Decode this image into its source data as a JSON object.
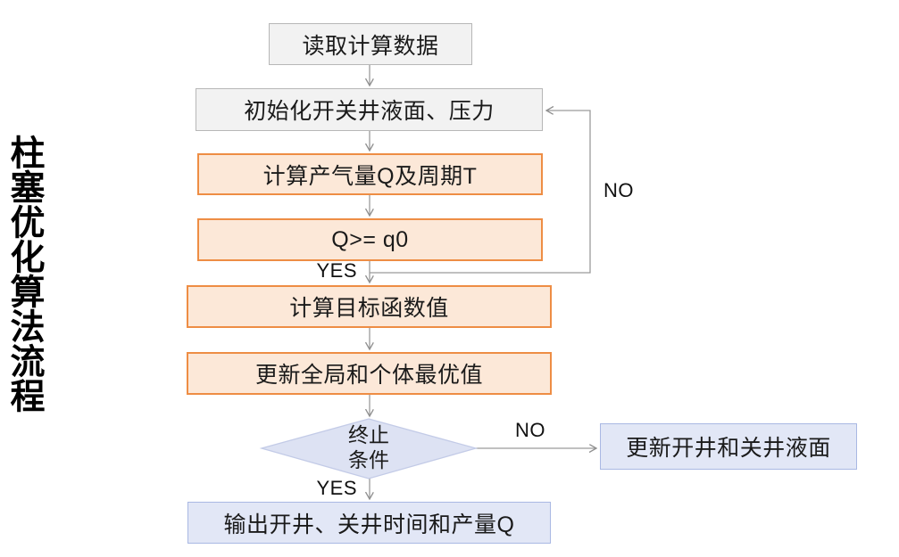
{
  "title": "柱塞优化算法流程",
  "colors": {
    "gray_fill": "#f2f2f2",
    "gray_border": "#b7b7b7",
    "orange_fill": "#fce8d8",
    "orange_border": "#ee8d44",
    "blue_fill": "#e2e7f6",
    "blue_border": "#a9b8e3",
    "diamond_fill": "#dde2f3",
    "diamond_border": "#c3cbe7",
    "connector": "#9a9a9a",
    "text": "#1a1a1a"
  },
  "nodes": {
    "read_data": {
      "label": "读取计算数据"
    },
    "init": {
      "label": "初始化开关井液面、压力"
    },
    "calc_q": {
      "label": "计算产气量Q及周期T"
    },
    "q_check": {
      "label": "Q>= q0"
    },
    "calc_objective": {
      "label": "计算目标函数值"
    },
    "update_best": {
      "label": "更新全局和个体最优值"
    },
    "terminate": {
      "line1": "终止",
      "line2": "条件"
    },
    "output": {
      "label": "输出开井、关井时间和产量Q"
    },
    "update_liquid": {
      "label": "更新开井和关井液面"
    }
  },
  "edge_labels": {
    "no_loop": "NO",
    "yes_continue": "YES",
    "no_terminate": "NO",
    "yes_terminate": "YES"
  }
}
